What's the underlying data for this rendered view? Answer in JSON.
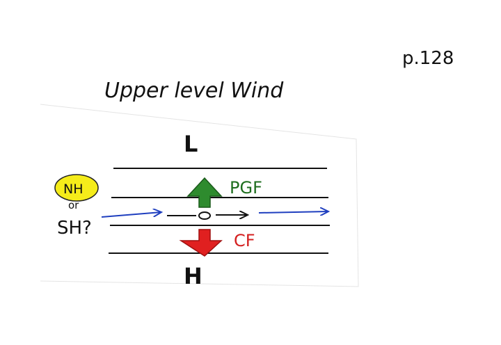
{
  "page_ref": "p.128",
  "title": "Upper level Wind",
  "labels": {
    "low": "L",
    "high": "H",
    "pgf": "PGF",
    "cf": "CF",
    "nh": "NH",
    "or": "or",
    "sh": "SH?"
  },
  "colors": {
    "pgf_arrow": "#2e8b2e",
    "pgf_text": "#1f6e1f",
    "cf_arrow": "#e02020",
    "cf_text": "#d42020",
    "wind_arrow": "#1f3fbf",
    "nh_highlight": "#f5ec1a",
    "ink": "#111111"
  }
}
